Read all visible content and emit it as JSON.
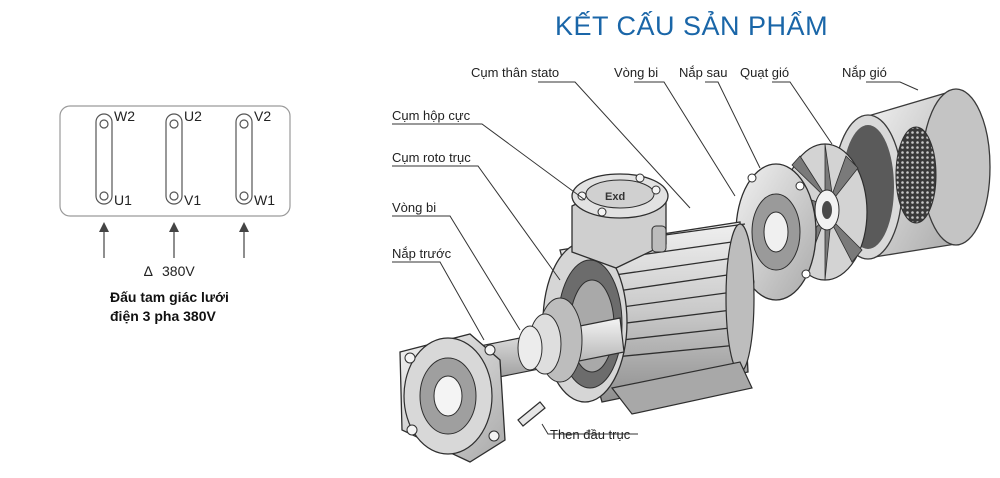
{
  "title": "KẾT CẤU SẢN PHẨM",
  "wiring": {
    "top_terminals": [
      "W2",
      "U2",
      "V2"
    ],
    "bottom_terminals": [
      "U1",
      "V1",
      "W1"
    ],
    "delta_symbol": "∆",
    "voltage": "380V",
    "caption_line1": "Đấu tam giác lưới",
    "caption_line2": "điện 3 pha 380V"
  },
  "labels": {
    "stator": "Cụm thân stato",
    "rear_bearing": "Vòng bi",
    "rear_cover": "Nắp sau",
    "fan": "Quạt gió",
    "fan_cover": "Nắp gió",
    "terminal_box": "Cụm hộp cực",
    "rotor_shaft": "Cụm roto trục",
    "front_bearing": "Vòng bi",
    "front_cover": "Nắp trước",
    "shaft_key": "Then đầu trục"
  },
  "exd_mark": "Exd",
  "colors": {
    "title": "#1a66a8",
    "metal_light": "#e4e4e4",
    "metal_mid": "#c2c2c2",
    "metal_dark": "#8a8a8a"
  }
}
